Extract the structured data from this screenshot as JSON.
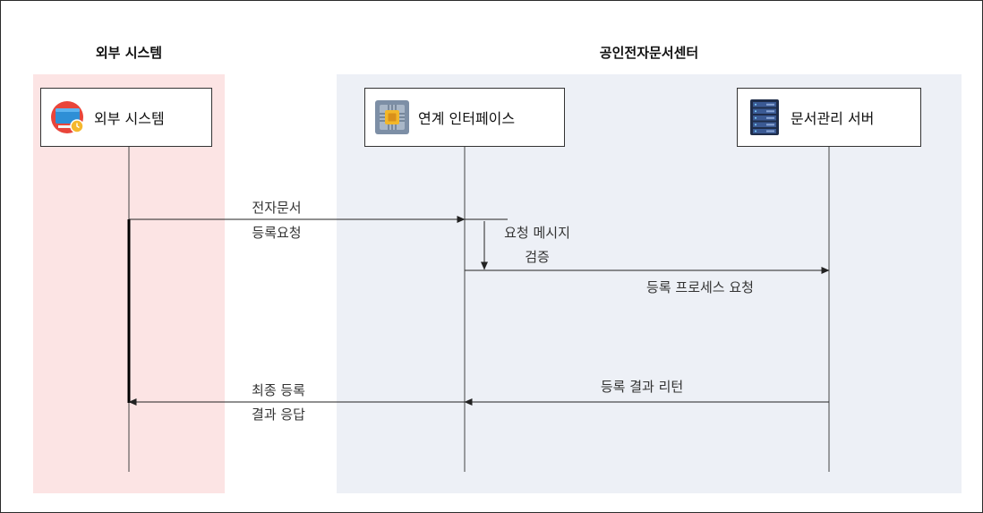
{
  "lanes": {
    "external": {
      "title": "외부 시스템",
      "color": "#fce4e4"
    },
    "center": {
      "title": "공인전자문서센터",
      "color": "#edf0f6"
    }
  },
  "actors": {
    "external": {
      "label": "외부 시스템",
      "icon": "monitor-clock-icon"
    },
    "interface": {
      "label": "연계 인터페이스",
      "icon": "chip-icon"
    },
    "doc_server": {
      "label": "문서관리 서버",
      "icon": "server-rack-icon"
    }
  },
  "messages": {
    "register_request": {
      "line1": "전자문서",
      "line2": "등록요청"
    },
    "validate": {
      "line1": "요청 메시지",
      "line2": "검증"
    },
    "process_request": {
      "text": "등록 프로세스 요청"
    },
    "result_return": {
      "text": "등록 결과 리턴"
    },
    "final_response": {
      "line1": "최종 등록",
      "line2": "결과 응답"
    }
  }
}
